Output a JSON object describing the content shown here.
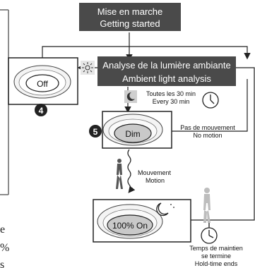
{
  "title_box": {
    "line1": "Mise en marche",
    "line2": "Getting started"
  },
  "analysis_box": {
    "line1": "Analyse de la lumière ambiante",
    "line2": "Ambient light analysis"
  },
  "states": {
    "off": {
      "label": "Off",
      "marker": "4"
    },
    "dim": {
      "label": "Dim",
      "marker": "5"
    },
    "on": {
      "label": "100% On"
    }
  },
  "edges": {
    "every30": {
      "line1": "Toutes les 30 min",
      "line2": "Every 30 min"
    },
    "no_motion": {
      "line1": "Pas de mouvement",
      "line2": "No motion"
    },
    "motion": {
      "line1": "Mouvement",
      "line2": "Motion"
    },
    "hold_time": {
      "line1": "Temps de maintien",
      "line2": "se termine",
      "line3": "Hold-time ends"
    }
  },
  "left_edge_fragments": [
    "e",
    "%",
    "s"
  ],
  "icons": [
    "sun-icon",
    "moon-icon",
    "clock-icon",
    "walking-person-icon",
    "motion-wave-icon",
    "standing-person-icon",
    "moon-stars-icon"
  ]
}
